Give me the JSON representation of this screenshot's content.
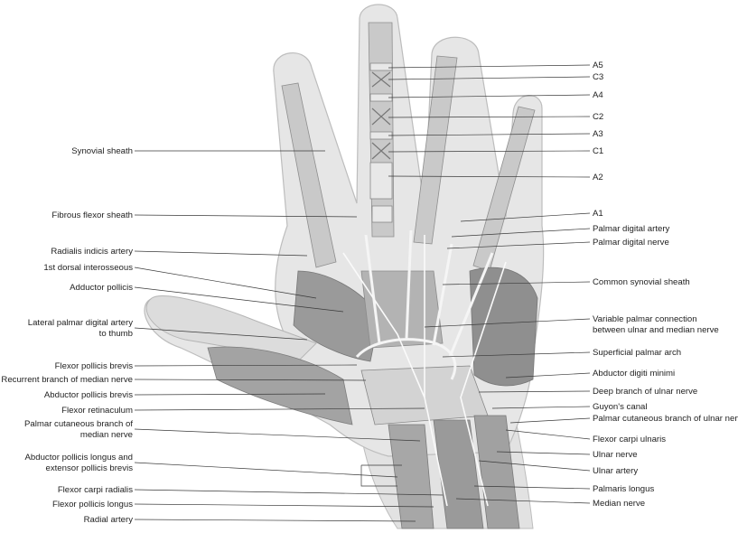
{
  "labels_left": [
    {
      "id": "synovial-sheath",
      "lines": [
        "Synovial sheath"
      ]
    },
    {
      "id": "fibrous-flexor-sheath",
      "lines": [
        "Fibrous flexor sheath"
      ]
    },
    {
      "id": "radialis-indicis-artery",
      "lines": [
        "Radialis indicis artery"
      ]
    },
    {
      "id": "first-dorsal-interosseous",
      "lines": [
        "1st dorsal interosseous"
      ]
    },
    {
      "id": "adductor-pollicis",
      "lines": [
        "Adductor pollicis"
      ]
    },
    {
      "id": "lateral-palmar-digital-artery",
      "lines": [
        "Lateral palmar digital artery",
        "to thumb"
      ]
    },
    {
      "id": "flexor-pollicis-brevis",
      "lines": [
        "Flexor pollicis brevis"
      ]
    },
    {
      "id": "recurrent-branch-median-nerve",
      "lines": [
        "Recurrent branch of median nerve"
      ]
    },
    {
      "id": "abductor-pollicis-brevis",
      "lines": [
        "Abductor pollicis brevis"
      ]
    },
    {
      "id": "flexor-retinaculum",
      "lines": [
        "Flexor retinaculum"
      ]
    },
    {
      "id": "palmar-cutaneous-branch-median",
      "lines": [
        "Palmar cutaneous branch of",
        "median nerve"
      ]
    },
    {
      "id": "abductor-pollicis-longus",
      "lines": [
        "Abductor pollicis longus and",
        "extensor pollicis brevis"
      ]
    },
    {
      "id": "flexor-carpi-radialis",
      "lines": [
        "Flexor carpi radialis"
      ]
    },
    {
      "id": "flexor-pollicis-longus",
      "lines": [
        "Flexor pollicis longus"
      ]
    },
    {
      "id": "radial-artery",
      "lines": [
        "Radial artery"
      ]
    }
  ],
  "labels_right": [
    {
      "id": "a5",
      "lines": [
        "A5"
      ]
    },
    {
      "id": "c3",
      "lines": [
        "C3"
      ]
    },
    {
      "id": "a4",
      "lines": [
        "A4"
      ]
    },
    {
      "id": "c2",
      "lines": [
        "C2"
      ]
    },
    {
      "id": "a3",
      "lines": [
        "A3"
      ]
    },
    {
      "id": "c1",
      "lines": [
        "C1"
      ]
    },
    {
      "id": "a2",
      "lines": [
        "A2"
      ]
    },
    {
      "id": "a1",
      "lines": [
        "A1"
      ]
    },
    {
      "id": "palmar-digital-artery",
      "lines": [
        "Palmar digital artery"
      ]
    },
    {
      "id": "palmar-digital-nerve",
      "lines": [
        "Palmar digital nerve"
      ]
    },
    {
      "id": "common-synovial-sheath",
      "lines": [
        "Common synovial sheath"
      ]
    },
    {
      "id": "variable-palmar-connection",
      "lines": [
        "Variable palmar connection",
        "between ulnar and median nerve"
      ]
    },
    {
      "id": "superficial-palmar-arch",
      "lines": [
        "Superficial palmar arch"
      ]
    },
    {
      "id": "abductor-digiti-minimi",
      "lines": [
        "Abductor digiti minimi"
      ]
    },
    {
      "id": "deep-branch-ulnar-nerve",
      "lines": [
        "Deep branch of ulnar nerve"
      ]
    },
    {
      "id": "guyons-canal",
      "lines": [
        "Guyon's canal"
      ]
    },
    {
      "id": "palmar-cutaneous-branch-ulnar",
      "lines": [
        "Palmar cutaneous branch of ulnar nerve"
      ]
    },
    {
      "id": "flexor-carpi-ulnaris",
      "lines": [
        "Flexor carpi ulnaris"
      ]
    },
    {
      "id": "ulnar-nerve",
      "lines": [
        "Ulnar nerve"
      ]
    },
    {
      "id": "ulnar-artery",
      "lines": [
        "Ulnar artery"
      ]
    },
    {
      "id": "palmaris-longus",
      "lines": [
        "Palmaris longus"
      ]
    },
    {
      "id": "median-nerve",
      "lines": [
        "Median nerve"
      ]
    }
  ],
  "colors": {
    "skin": "#e6e6e6",
    "skin_edge": "#bdbdbd",
    "muscle": "#9a9a9a",
    "muscle_dark": "#7c7c7c",
    "tendon": "#d6d6d6",
    "vessel": "#f4f4f4",
    "label_text": "#222222",
    "leader": "#3a3a3a"
  }
}
